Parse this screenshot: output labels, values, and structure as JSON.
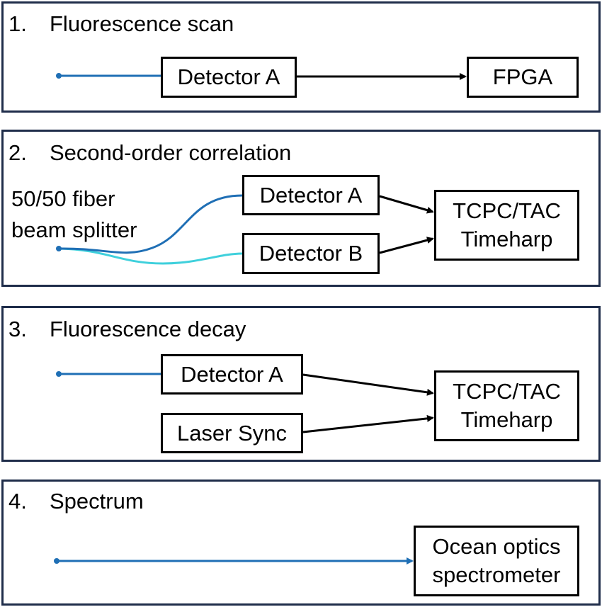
{
  "panels": [
    {
      "number": "1.",
      "title": "Fluorescence scan",
      "boxes": {
        "detector": "Detector A",
        "fpga": "FPGA"
      }
    },
    {
      "number": "2.",
      "title": "Second-order correlation",
      "splitter_label": [
        "50/50 fiber",
        "beam splitter"
      ],
      "boxes": {
        "detector_a": "Detector A",
        "detector_b": "Detector B",
        "tcpc": [
          "TCPC/TAC",
          "Timeharp"
        ]
      }
    },
    {
      "number": "3.",
      "title": "Fluorescence decay",
      "boxes": {
        "detector": "Detector A",
        "laser_sync": "Laser Sync",
        "tcpc": [
          "TCPC/TAC",
          "Timeharp"
        ]
      }
    },
    {
      "number": "4.",
      "title": "Spectrum",
      "boxes": {
        "spectrometer": [
          "Ocean optics",
          "spectrometer"
        ]
      }
    }
  ],
  "colors": {
    "panel_border": "#1f2d4a",
    "fiber_dark": "#1f6fb5",
    "fiber_light": "#3fd0dc",
    "arrow": "#000000"
  }
}
